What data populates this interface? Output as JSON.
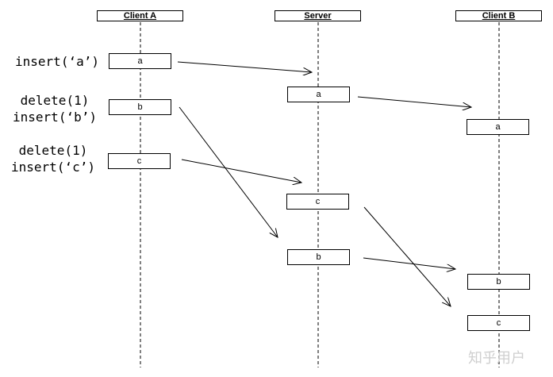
{
  "lanes": {
    "client_a": "Client A",
    "server": "Server",
    "client_b": "Client B"
  },
  "operations": {
    "op1": [
      "insert(‘a’)"
    ],
    "op2": [
      "delete(1)",
      "insert(‘b’)"
    ],
    "op3": [
      "delete(1)",
      "insert(‘c’)"
    ]
  },
  "boxes": {
    "client_a": [
      "a",
      "b",
      "c"
    ],
    "server": [
      "a",
      "c",
      "b"
    ],
    "client_b": [
      "a",
      "b",
      "c"
    ]
  },
  "watermark": "知乎用户"
}
